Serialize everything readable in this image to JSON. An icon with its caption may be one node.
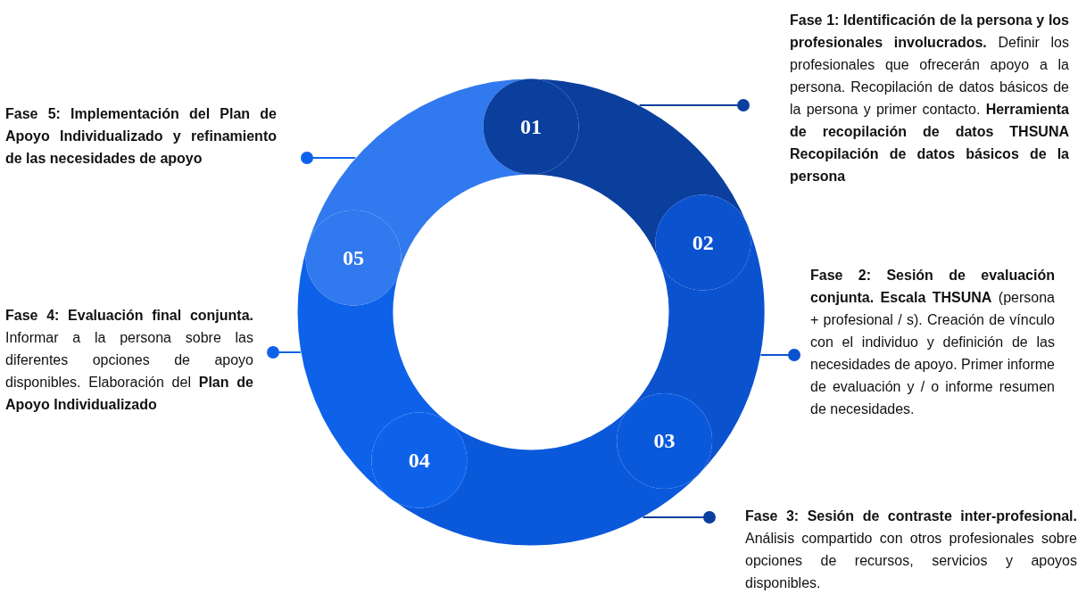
{
  "diagram": {
    "nodes": [
      {
        "text": [
          "01"
        ]
      },
      {
        "text": [
          "02"
        ]
      },
      {
        "text": [
          "03"
        ]
      },
      {
        "text": [
          "04"
        ]
      },
      {
        "text": [
          "05"
        ]
      },
      {
        "text": [
          "**Fase 1: Identificación de la persona y los profesionales involucrados.** Definir los profesionales que ofrecerán apoyo a la persona. Recopilación de datos básicos de la persona y primer contacto. **Herramienta de recopilación de datos THSUNA Recopilación de datos básicos de la persona**"
        ]
      },
      {
        "text": [
          "**Fase 2: Sesión de evaluación conjunta. Escala THSUNA** (persona + profesional / s). Creación de vínculo con el individuo y definición de las necesidades de apoyo. Primer informe de evaluación y / o informe resumen de necesidades."
        ]
      },
      {
        "text": [
          "**Fase 3: Sesión de contraste inter-profesional.** Análisis compartido con otros profesionales sobre opciones de recursos, servicios y apoyos disponibles."
        ]
      },
      {
        "text": [
          "**Fase 4: Evaluación final conjunta.** Informar a la persona sobre las diferentes opciones de apoyo disponibles. Elaboración del **Plan de Apoyo Individualizado**"
        ]
      },
      {
        "text": [
          "Fase 5: Implementación del Plan de Apoyo Individualizado y refinamiento de las necesidades de apoyo"
        ]
      }
    ],
    "edges": [
      {
        "from": 5,
        "to": null,
        "arrow": "other"
      },
      {
        "from": 6,
        "to": null,
        "arrow": "other"
      },
      {
        "from": 7,
        "to": null,
        "arrow": "other"
      },
      {
        "from": 8,
        "to": null,
        "arrow": "other"
      },
      {
        "from": 9,
        "to": null,
        "arrow": "other"
      }
    ]
  }
}
